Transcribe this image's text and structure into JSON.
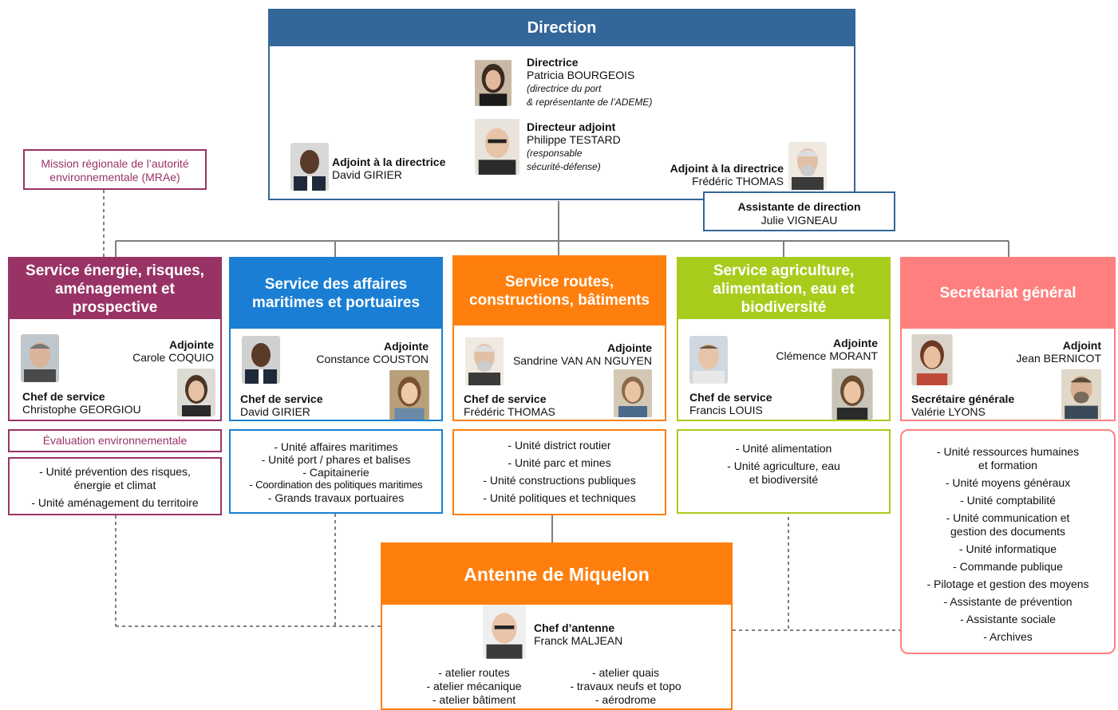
{
  "colors": {
    "direction": "#336699",
    "energie": "#993366",
    "maritime": "#1a7fd4",
    "routes": "#ff7f0e",
    "agriculture": "#a8cc1c",
    "secretariat": "#ff7f7f",
    "line": "#7f7f7f"
  },
  "direction": {
    "title": "Direction",
    "directrice_role": "Directrice",
    "directrice_name": "Patricia BOURGEOIS",
    "directrice_note1": "(directrice du port",
    "directrice_note2": "& représentante de l’ADEME)",
    "adjoint_role": "Directeur adjoint",
    "adjoint_name": "Philippe TESTARD",
    "adjoint_note1": "(responsable",
    "adjoint_note2": "sécurité-défense)",
    "left_role": "Adjoint à la directrice",
    "left_name": "David GIRIER",
    "right_role": "Adjoint à la directrice",
    "right_name": "Frédéric THOMAS"
  },
  "assistante": {
    "role": "Assistante de direction",
    "name": "Julie VIGNEAU"
  },
  "mrae": {
    "line1": "Mission régionale de l’autorité",
    "line2": "environnementale (MRAe)"
  },
  "energie": {
    "title": "Service énergie, risques, aménagement et prospective",
    "adj_role": "Adjointe",
    "adj_name": "Carole COQUIO",
    "chef_role": "Chef de service",
    "chef_name": "Christophe GEORGIOU",
    "eval": "Évaluation environnementale",
    "units": [
      "- Unité prévention des risques,\nénergie et climat",
      "- Unité aménagement du territoire"
    ]
  },
  "maritime": {
    "title": "Service des affaires maritimes et portuaires",
    "adj_role": "Adjointe",
    "adj_name": "Constance COUSTON",
    "chef_role": "Chef de service",
    "chef_name": "David GIRIER",
    "units": [
      "- Unité affaires maritimes",
      "- Unité port / phares et balises",
      "- Capitainerie",
      "- Coordination des politiques maritimes",
      "- Grands travaux portuaires"
    ]
  },
  "routes": {
    "title": "Service routes, constructions, bâtiments",
    "adj_role": "Adjointe",
    "adj_name": "Sandrine VAN AN NGUYEN",
    "chef_role": "Chef de service",
    "chef_name": "Frédéric THOMAS",
    "units": [
      "- Unité district routier",
      "- Unité parc et mines",
      "- Unité constructions publiques",
      "- Unité politiques et techniques"
    ]
  },
  "agriculture": {
    "title": "Service agriculture, alimentation, eau et biodiversité",
    "adj_role": "Adjointe",
    "adj_name": "Clémence MORANT",
    "chef_role": "Chef de service",
    "chef_name": "Francis LOUIS",
    "units": [
      "- Unité alimentation",
      "- Unité agriculture, eau\net biodiversité"
    ]
  },
  "secretariat": {
    "title": "Secrétariat général",
    "adj_role": "Adjoint",
    "adj_name": "Jean BERNICOT",
    "chef_role": "Secrétaire générale",
    "chef_name": "Valérie LYONS",
    "units": [
      "- Unité ressources humaines\net formation",
      "- Unité moyens généraux",
      "- Unité comptabilité",
      "- Unité communication et\ngestion des documents",
      "- Unité informatique",
      "- Commande publique",
      "- Pilotage et gestion des moyens",
      "- Assistante de prévention",
      "- Assistante sociale",
      "- Archives"
    ]
  },
  "miquelon": {
    "title": "Antenne de Miquelon",
    "chef_role": "Chef d’antenne",
    "chef_name": "Franck MALJEAN",
    "left": [
      "- atelier routes",
      "- atelier mécanique",
      "- atelier bâtiment"
    ],
    "right": [
      "- atelier quais",
      "- travaux neufs et topo",
      "- aérodrome"
    ]
  }
}
